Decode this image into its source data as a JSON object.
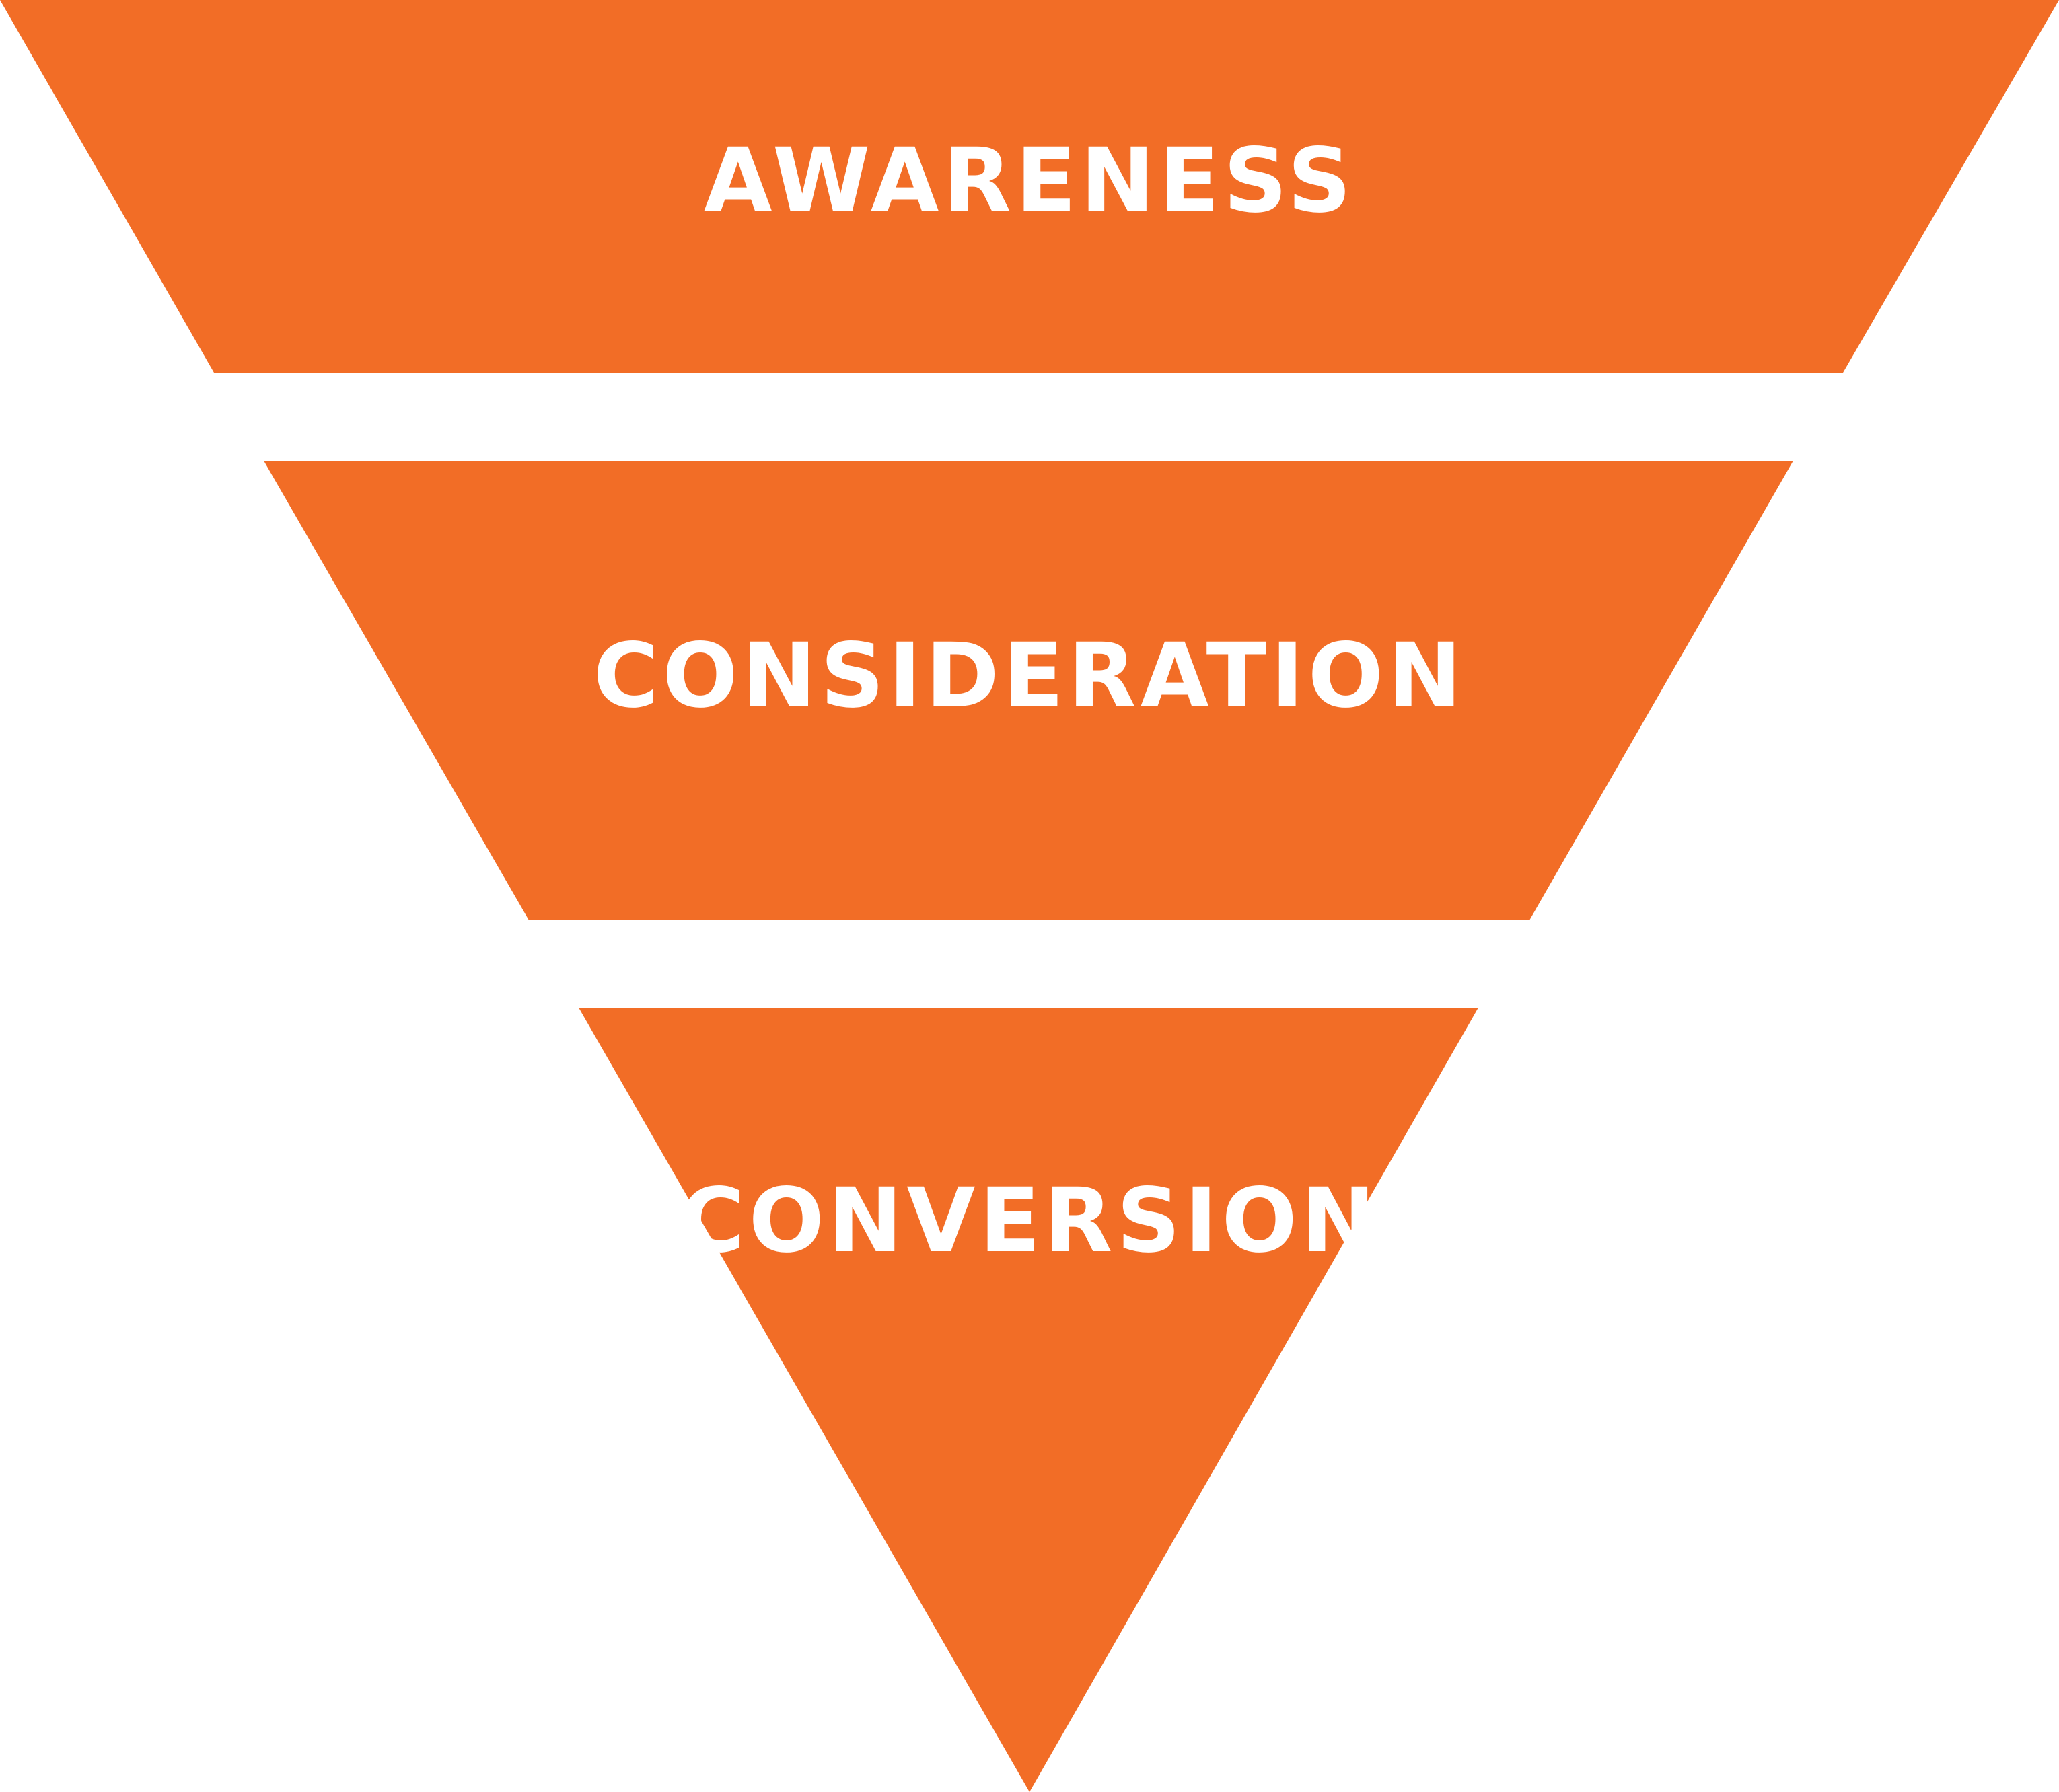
{
  "colors": {
    "stage_fill": "#F26D26",
    "label": "#FFFFFF",
    "background": "#FFFFFF"
  },
  "funnel": {
    "stages": [
      {
        "label": "AWARENESS"
      },
      {
        "label": "CONSIDERATION"
      },
      {
        "label": "CONVERSION"
      }
    ]
  }
}
